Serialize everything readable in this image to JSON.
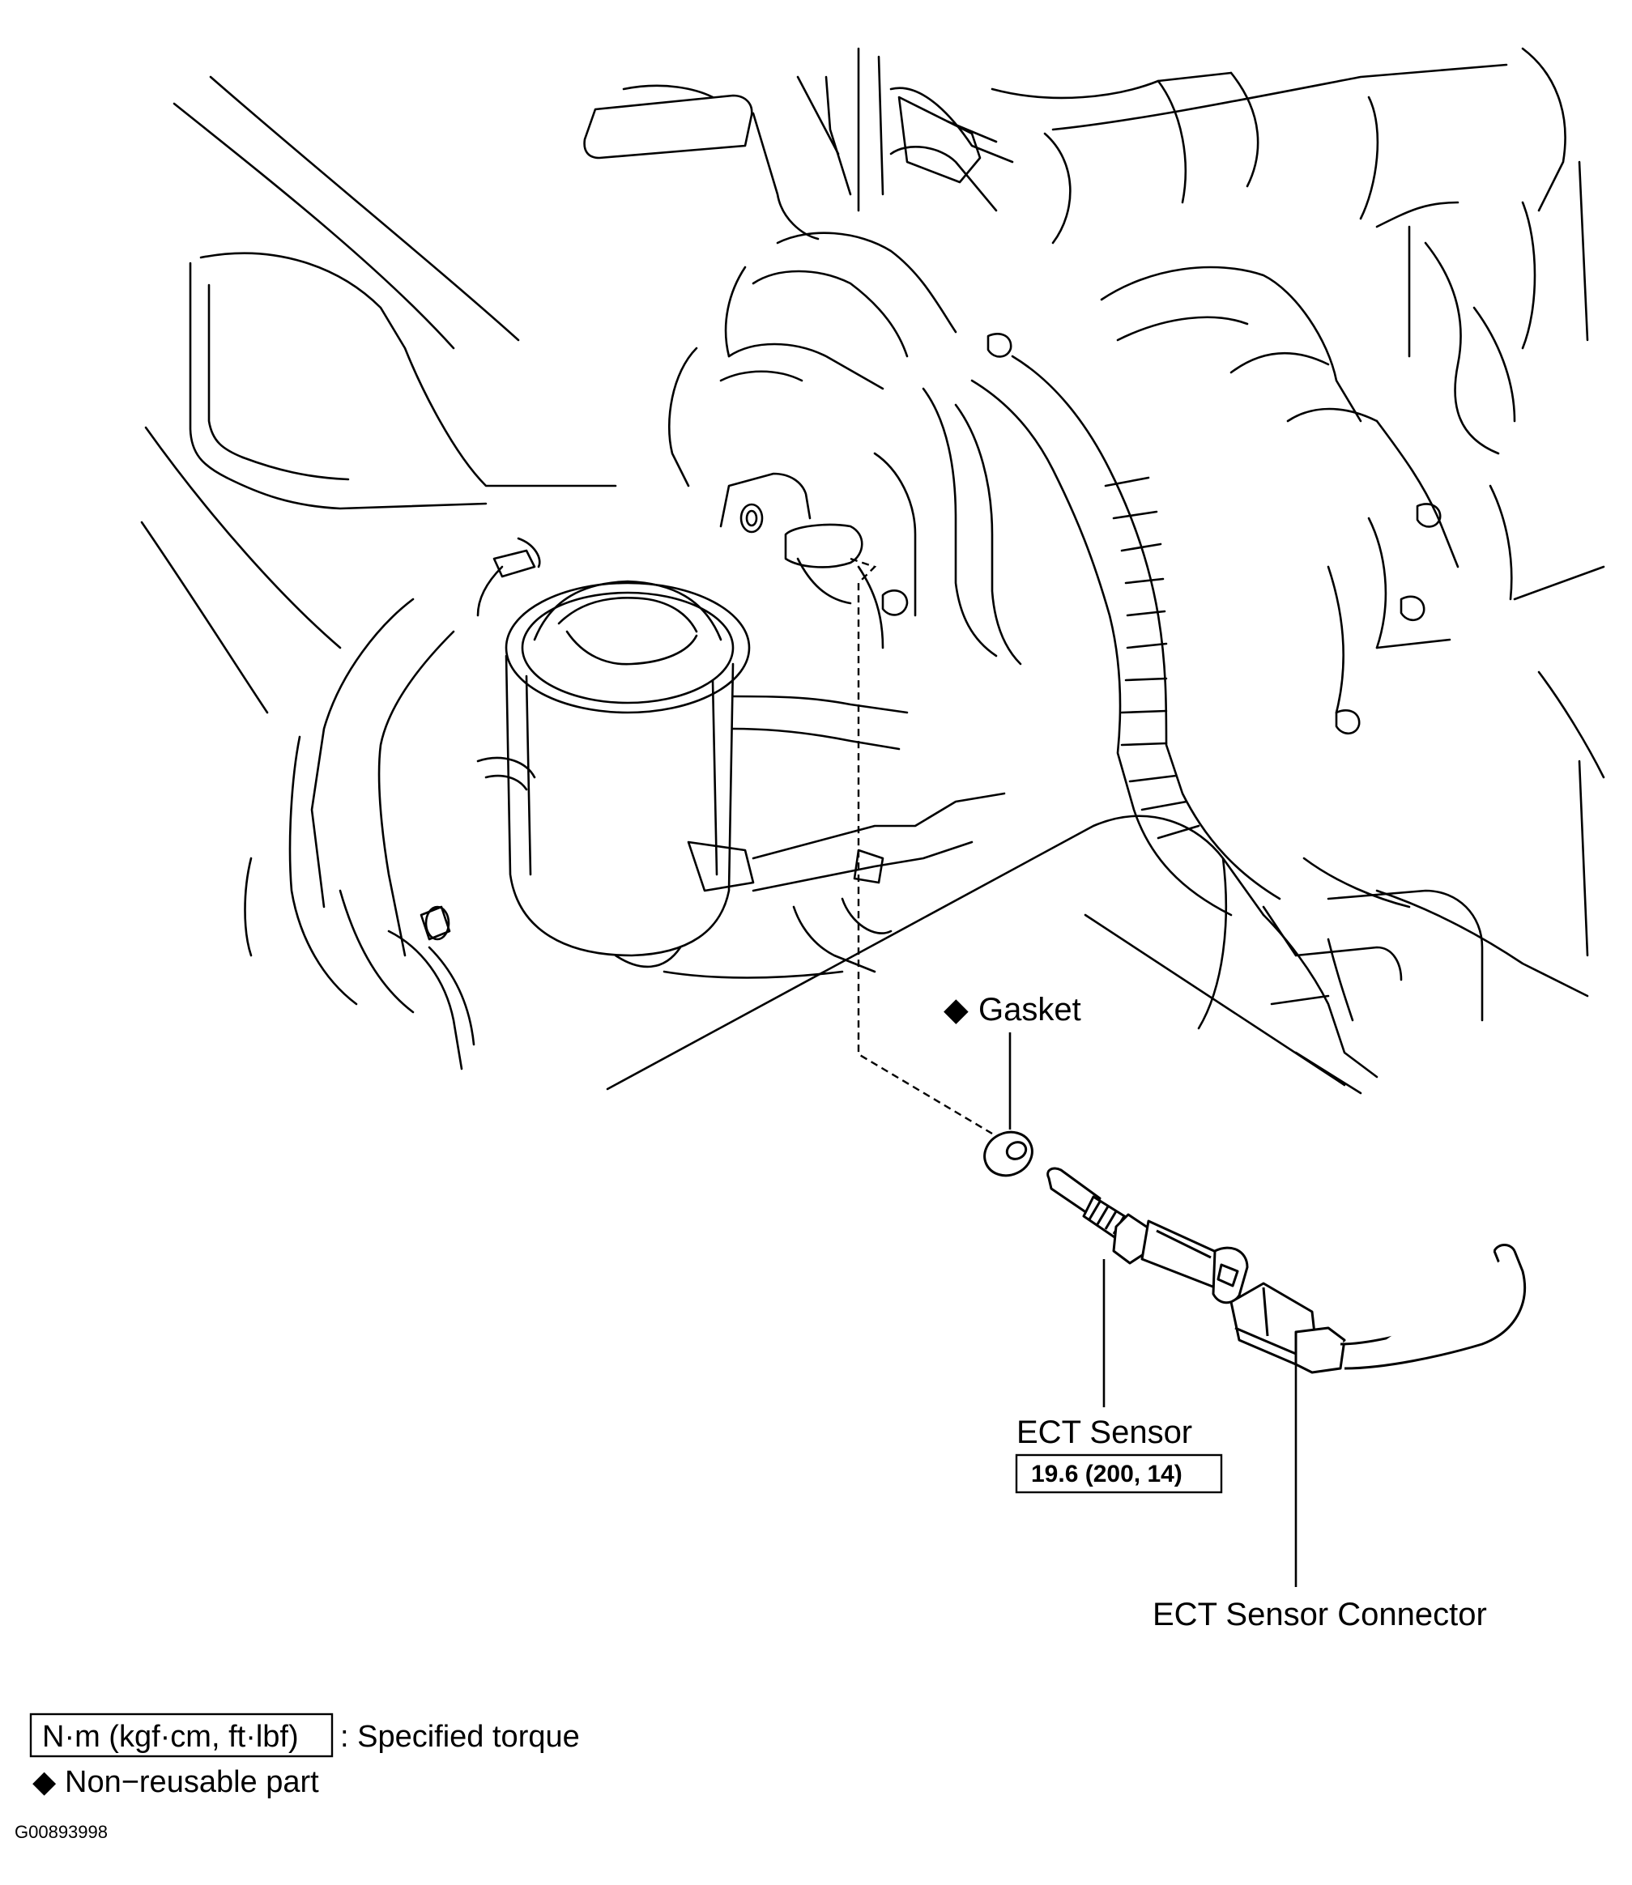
{
  "callouts": {
    "gasket": {
      "marker": "◆",
      "label": "Gasket"
    },
    "ect_sensor": {
      "label": "ECT Sensor",
      "torque": "19.6 (200, 14)"
    },
    "ect_connector": {
      "label": "ECT Sensor Connector"
    }
  },
  "legend": {
    "torque_units": "N·m (kgf·cm, ft·lbf)",
    "torque_meaning": ": Specified torque",
    "nonreusable_marker": "◆",
    "nonreusable_meaning": "Non−reusable part"
  },
  "figure_id": "G00893998"
}
